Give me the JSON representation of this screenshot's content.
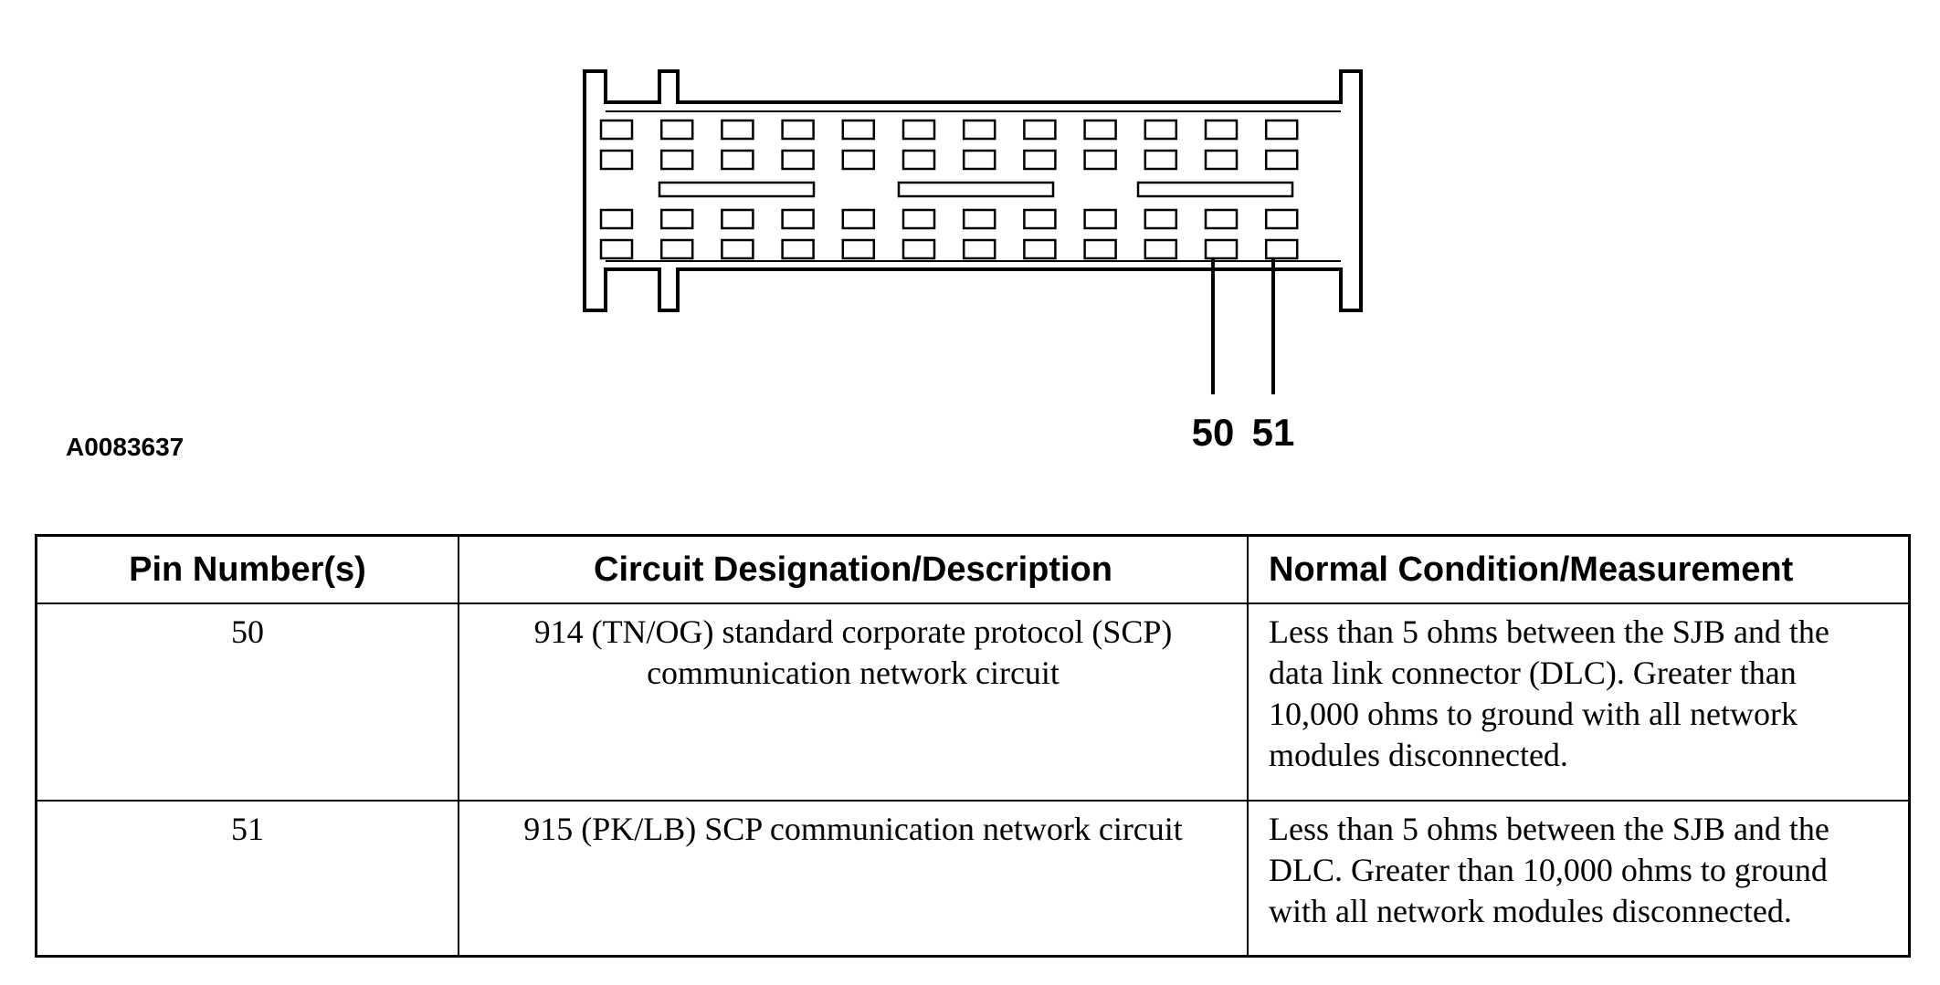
{
  "figure": {
    "id": "A0083637",
    "pin_labels": [
      "50",
      "51"
    ]
  },
  "table": {
    "headers": {
      "pin": "Pin Number(s)",
      "circuit": "Circuit Designation/Description",
      "normal": "Normal Condition/Measurement"
    },
    "rows": [
      {
        "pin": "50",
        "circuit": "914 (TN/OG) standard corporate protocol (SCP) communication network circuit",
        "normal": "Less than 5 ohms between the SJB and the data link connector (DLC). Greater than 10,000 ohms to ground with all network modules disconnected."
      },
      {
        "pin": "51",
        "circuit": "915 (PK/LB) SCP communication network circuit",
        "normal": "Less than 5 ohms between the SJB and the DLC. Greater than 10,000 ohms to ground with all network modules disconnected."
      }
    ]
  }
}
